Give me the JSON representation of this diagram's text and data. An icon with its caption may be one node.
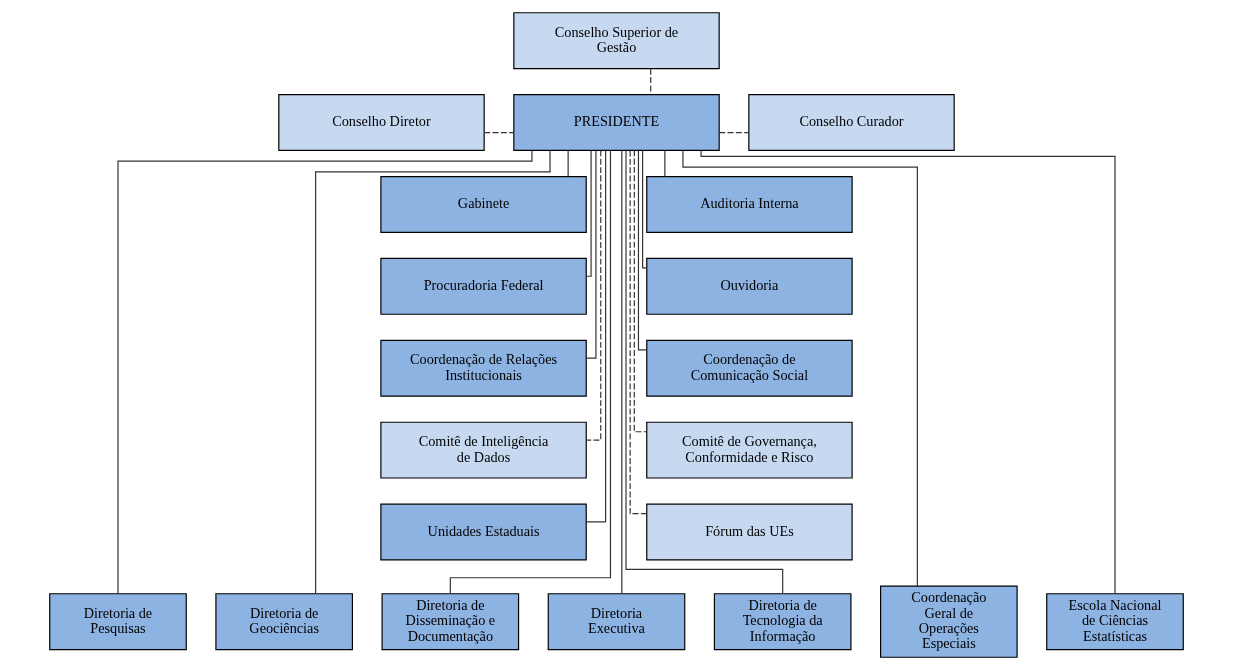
{
  "diagram": {
    "nodes": [
      {
        "text": [
          "Conselho Superior de Gestão"
        ]
      },
      {
        "text": [
          "Conselho Diretor"
        ]
      },
      {
        "text": [
          "PRESIDENTE"
        ]
      },
      {
        "text": [
          "Conselho Curador"
        ]
      },
      {
        "text": [
          "Gabinete"
        ]
      },
      {
        "text": [
          "Auditoria Interna"
        ]
      },
      {
        "text": [
          "Procuradoria Federal"
        ]
      },
      {
        "text": [
          "Ouvidoria"
        ]
      },
      {
        "text": [
          "Coordenação de Relações Institucionais"
        ]
      },
      {
        "text": [
          "Coordenação de Comunicação Social"
        ]
      },
      {
        "text": [
          "Comitê de Inteligência de Dados"
        ]
      },
      {
        "text": [
          "Comitê de Governança, Conformidade e Risco"
        ]
      },
      {
        "text": [
          "Unidades Estaduais"
        ]
      },
      {
        "text": [
          "Fórum das UEs"
        ]
      },
      {
        "text": [
          "Diretoria de Pesquisas"
        ]
      },
      {
        "text": [
          "Diretoria de Geociências"
        ]
      },
      {
        "text": [
          "Diretoria de Disseminação e Documentação"
        ]
      },
      {
        "text": [
          "Diretoria Executiva"
        ]
      },
      {
        "text": [
          "Diretoria de Tecnologia da Informação"
        ]
      },
      {
        "text": [
          "Coordenação Geral de Operações Especiais"
        ]
      },
      {
        "text": [
          "Escola Nacional de Ciências Estatísticas"
        ]
      }
    ],
    "edges": [
      {
        "from": 0,
        "to": 2,
        "arrow": "none",
        "style": "dashed"
      },
      {
        "from": 1,
        "to": 2,
        "arrow": "none",
        "style": "dashed"
      },
      {
        "from": 2,
        "to": 3,
        "arrow": "none",
        "style": "dashed"
      },
      {
        "from": 2,
        "to": 4,
        "arrow": "none"
      },
      {
        "from": 2,
        "to": 5,
        "arrow": "none"
      },
      {
        "from": 2,
        "to": 6,
        "arrow": "none"
      },
      {
        "from": 2,
        "to": 7,
        "arrow": "none"
      },
      {
        "from": 2,
        "to": 8,
        "arrow": "none"
      },
      {
        "from": 2,
        "to": 9,
        "arrow": "none"
      },
      {
        "from": 2,
        "to": 10,
        "arrow": "none",
        "style": "dashed"
      },
      {
        "from": 2,
        "to": 11,
        "arrow": "none",
        "style": "dashed"
      },
      {
        "from": 2,
        "to": 12,
        "arrow": "none"
      },
      {
        "from": 2,
        "to": 13,
        "arrow": "none",
        "style": "dashed"
      },
      {
        "from": 2,
        "to": 14,
        "arrow": "none"
      },
      {
        "from": 2,
        "to": 15,
        "arrow": "none"
      },
      {
        "from": 2,
        "to": 16,
        "arrow": "none"
      },
      {
        "from": 2,
        "to": 17,
        "arrow": "none"
      },
      {
        "from": 2,
        "to": 18,
        "arrow": "none"
      },
      {
        "from": 2,
        "to": 19,
        "arrow": "none"
      },
      {
        "from": 2,
        "to": 20,
        "arrow": "none"
      }
    ]
  }
}
